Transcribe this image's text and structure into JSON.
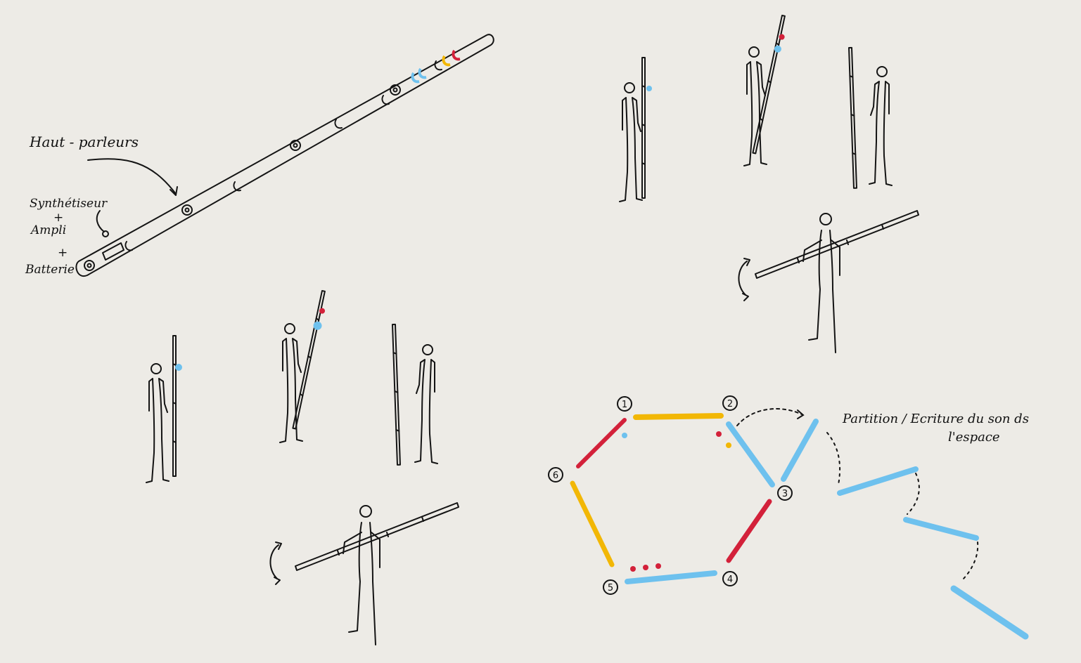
{
  "colors": {
    "paper": "#edebe6",
    "ink": "#141414",
    "red": "#d3213a",
    "yellow": "#f2b705",
    "blue": "#6ec1ee"
  },
  "labels": {
    "speakers": "Haut - parleurs",
    "synth": "Synthétiseur",
    "plus1": "+",
    "amp": "Ampli",
    "plus2": "+",
    "battery": "Batterie",
    "score_line1": "Partition / Ecriture du son ds",
    "score_line2": "l'espace"
  },
  "nodes": [
    {
      "id": "node-1",
      "label": "1"
    },
    {
      "id": "node-2",
      "label": "2"
    },
    {
      "id": "node-3",
      "label": "3"
    },
    {
      "id": "node-4",
      "label": "4"
    },
    {
      "id": "node-5",
      "label": "5"
    },
    {
      "id": "node-6",
      "label": "6"
    }
  ],
  "icons": [
    "pole-instrument-icon",
    "performer-figure-icon",
    "rotation-arrow-icon",
    "dotted-arrow-icon"
  ]
}
